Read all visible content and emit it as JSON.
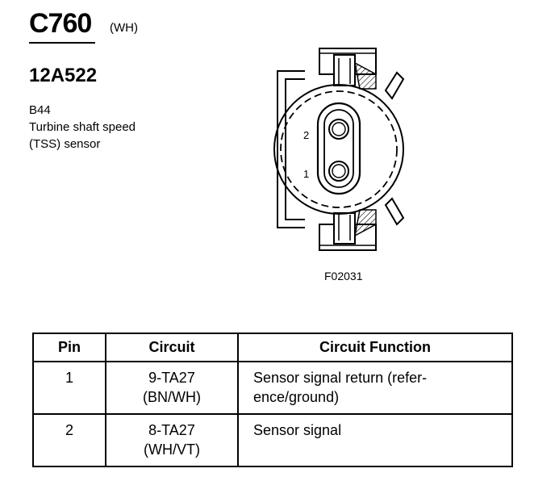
{
  "connector": {
    "id": "C760",
    "color": "(WH)",
    "part_number": "12A522",
    "location_code": "B44",
    "description_line1": "Turbine shaft speed",
    "description_line2": "(TSS) sensor"
  },
  "figure": {
    "id": "F02031",
    "pin_labels": [
      "2",
      "1"
    ]
  },
  "table": {
    "headers": {
      "pin": "Pin",
      "circuit": "Circuit",
      "function": "Circuit Function"
    },
    "rows": [
      {
        "pin": "1",
        "circuit_line1": "9-TA27",
        "circuit_line2": "(BN/WH)",
        "function_line1": "Sensor signal return (refer-",
        "function_line2": "ence/ground)"
      },
      {
        "pin": "2",
        "circuit_line1": "8-TA27",
        "circuit_line2": "(WH/VT)",
        "function_line1": "Sensor signal",
        "function_line2": ""
      }
    ]
  }
}
